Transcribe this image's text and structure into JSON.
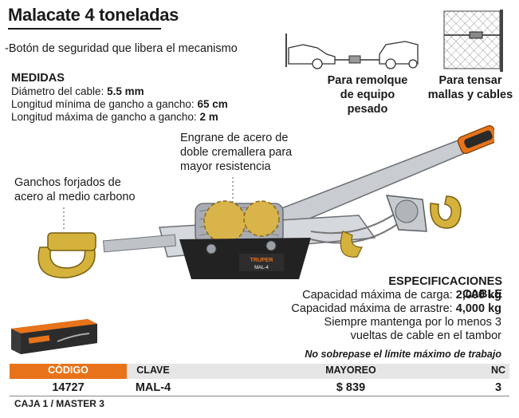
{
  "title": "Malacate 4 toneladas",
  "feature": "-Botón de seguridad que libera el mecanismo",
  "medidas": {
    "heading": "MEDIDAS",
    "lines": [
      {
        "label": "Diámetro del cable:",
        "value": "5.5 mm"
      },
      {
        "label": "Longitud mínima de gancho a gancho:",
        "value": "65 cm"
      },
      {
        "label": "Longitud máxima de gancho a gancho:",
        "value": "2 m"
      }
    ]
  },
  "uses": [
    {
      "line1": "Para remolque",
      "line2": "de equipo pesado"
    },
    {
      "line1": "Para tensar",
      "line2": "mallas y cables"
    }
  ],
  "callouts": {
    "gear": {
      "line1": "Engrane de acero de",
      "line2": "doble cremallera para",
      "line3": "mayor resistencia"
    },
    "hooks": {
      "line1": "Ganchos forjados de",
      "line2": "acero al medio carbono"
    }
  },
  "product_label": {
    "brand": "TRUPER",
    "model": "MAL-4"
  },
  "specs": {
    "heading": "ESPECIFICACIONES CABLE",
    "load_label": "Capacidad máxima de carga:",
    "load_value": "2,000 kg",
    "drag_label": "Capacidad máxima de arrastre:",
    "drag_value": "4,000 kg",
    "note1": "Siempre mantenga por lo menos 3",
    "note2": "vueltas de cable en el tambor"
  },
  "warning": "No sobrepase el límite máximo de trabajo",
  "table": {
    "headers": [
      "CÓDIGO",
      "CLAVE",
      "MAYOREO",
      "NC"
    ],
    "values": [
      "14727",
      "MAL-4",
      "$ 839",
      "3"
    ]
  },
  "packaging": "CAJA 1 / MASTER 3",
  "colors": {
    "accent": "#e8731a",
    "gray": "#e6e6e6",
    "text": "#1a1a1a"
  }
}
